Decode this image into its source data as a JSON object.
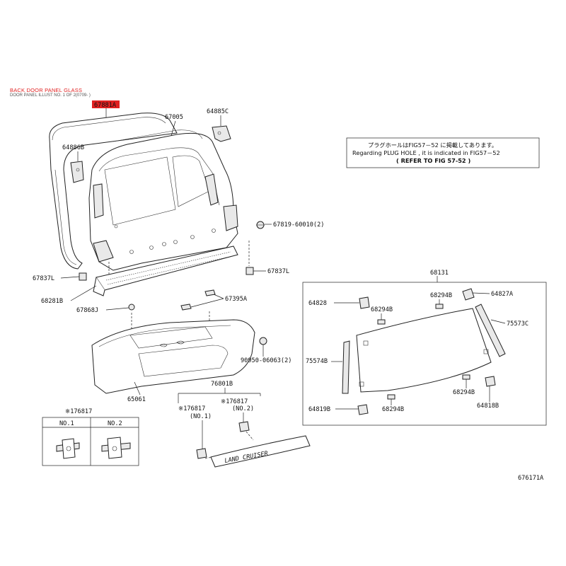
{
  "header": {
    "title": "BACK DOOR PANEL GLASS",
    "subtitle": "DOOR PANEL ILLUST NO. 1 OF 2(0709- )"
  },
  "highlight_color": "#e02020",
  "highlight_part": "67881A",
  "note": {
    "line1": "プラグホールはFIG57－52 に掲載してあります。",
    "line2": "Regarding  PLUG HOLE , it is indicated in FIG57－52",
    "line3": "( REFER TO FIG 57-52 )"
  },
  "labels": {
    "p67005": "67005",
    "p64885C": "64885C",
    "p64886B": "64886B",
    "p67819": "67819-60010(2)",
    "p67837L_left": "67837L",
    "p67837L_right": "67837L",
    "p68281B": "68281B",
    "p67868J": "67868J",
    "p67395A": "67395A",
    "p90950": "90950-06063(2)",
    "p65061": "65061",
    "p76801B": "76801B",
    "p76817_a": "※176817",
    "p76817_a2": "(NO.1)",
    "p76817_b": "※176817",
    "p76817_b2": "(NO.2)",
    "p68131": "68131",
    "p64828": "64828",
    "p68294B_1": "68294B",
    "p68294B_2": "68294B",
    "p68294B_3": "68294B",
    "p68294B_4": "68294B",
    "p64827A": "64827A",
    "p75573C": "75573C",
    "p75574B": "75574B",
    "p64819B": "64819B",
    "p64818B": "64818B",
    "emblem_text": "LAND CRUISER"
  },
  "legend_box": {
    "title": "※176817",
    "col1": "NO.1",
    "col2": "NO.2"
  },
  "figure_id": "676171A"
}
